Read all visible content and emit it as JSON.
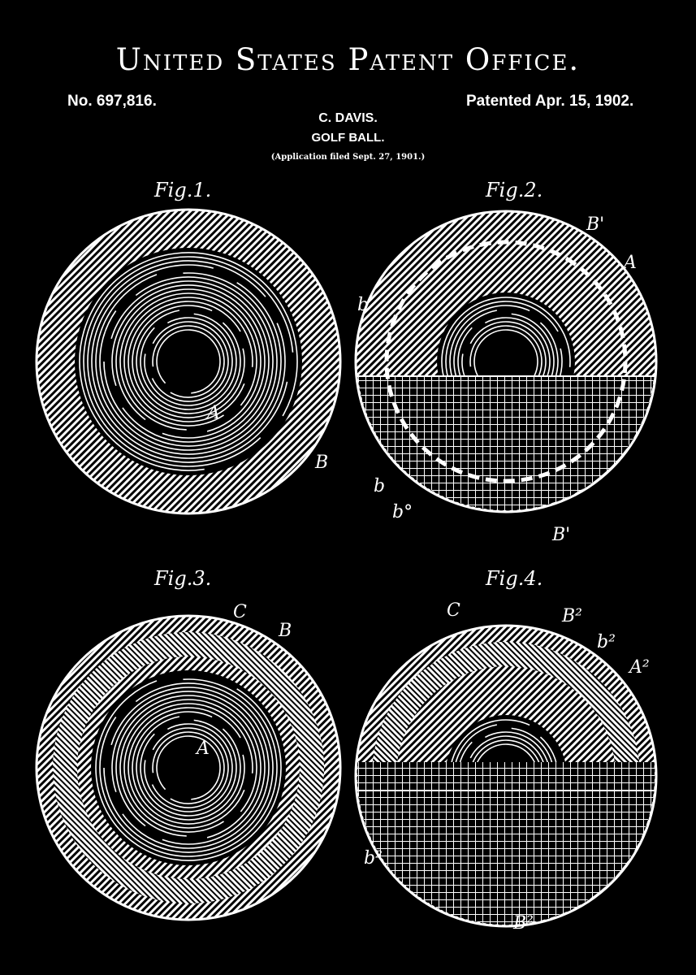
{
  "header": {
    "office": "United States Patent Office.",
    "patent_number": "No. 697,816.",
    "patent_date": "Patented Apr. 15, 1902.",
    "inventor": "C. DAVIS.",
    "title": "GOLF BALL.",
    "filed": "(Application filed Sept. 27, 1901.)"
  },
  "colors": {
    "background": "#000000",
    "ink": "#ffffff"
  },
  "figures": [
    {
      "caption": "Fig.1.",
      "labels": [
        "A",
        "B"
      ]
    },
    {
      "caption": "Fig.2.",
      "labels": [
        "B'",
        "A",
        "b",
        "b",
        "b°",
        "B'"
      ]
    },
    {
      "caption": "Fig.3.",
      "labels": [
        "C",
        "B",
        "A"
      ]
    },
    {
      "caption": "Fig.4.",
      "labels": [
        "C",
        "B²",
        "b²",
        "A²",
        "b²",
        "B²"
      ]
    }
  ]
}
